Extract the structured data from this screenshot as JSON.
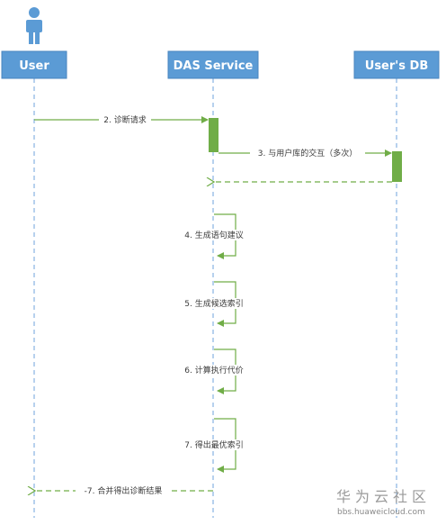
{
  "participants": {
    "user": "User",
    "das": "DAS Service",
    "db": "User's DB"
  },
  "messages": {
    "m2": "2. 诊断请求",
    "m3": "3. 与用户库的交互（多次）",
    "m4": "4. 生成语句建议",
    "m5": "5. 生成候选索引",
    "m6": "6. 计算执行代价",
    "m7": "7. 得出最优索引",
    "m8": "-7. 合并得出诊断结果"
  },
  "watermark": {
    "brand": "华为云社区",
    "url": "bbs.huaweicloud.com"
  },
  "colors": {
    "lifeline_header": "#5b9bd5",
    "message": "#70ad47",
    "activation": "#70ad47"
  }
}
